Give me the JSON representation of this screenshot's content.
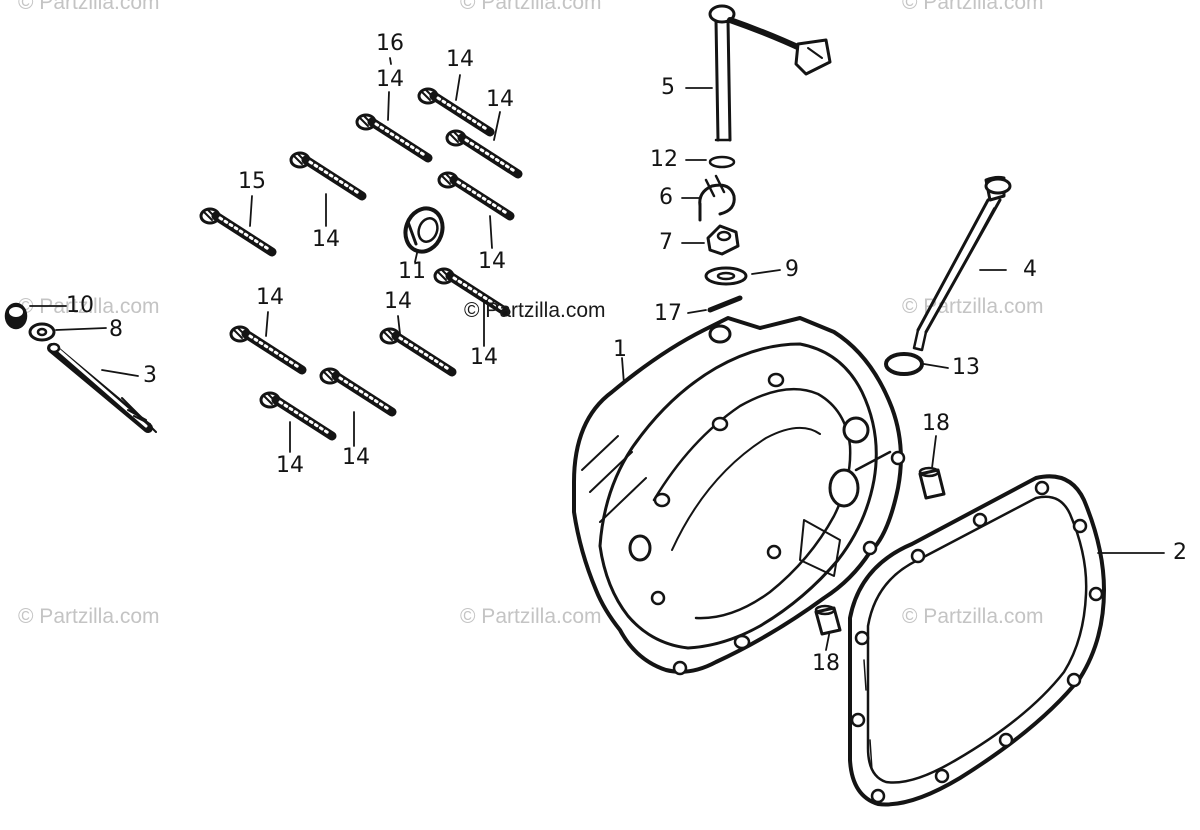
{
  "watermark": {
    "text": "© Partzilla.com",
    "main_text": "© Partzilla.com"
  },
  "colors": {
    "ink": "#141414",
    "watermark": "#c4c4c4"
  },
  "callouts": {
    "c1": "1",
    "c2": "2",
    "c3": "3",
    "c4": "4",
    "c5": "5",
    "c6": "6",
    "c7": "7",
    "c8": "8",
    "c9": "9",
    "c10": "10",
    "c11": "11",
    "c12": "12",
    "c13": "13",
    "c14": "14",
    "c15": "15",
    "c16": "16",
    "c17": "17",
    "c18": "18"
  }
}
